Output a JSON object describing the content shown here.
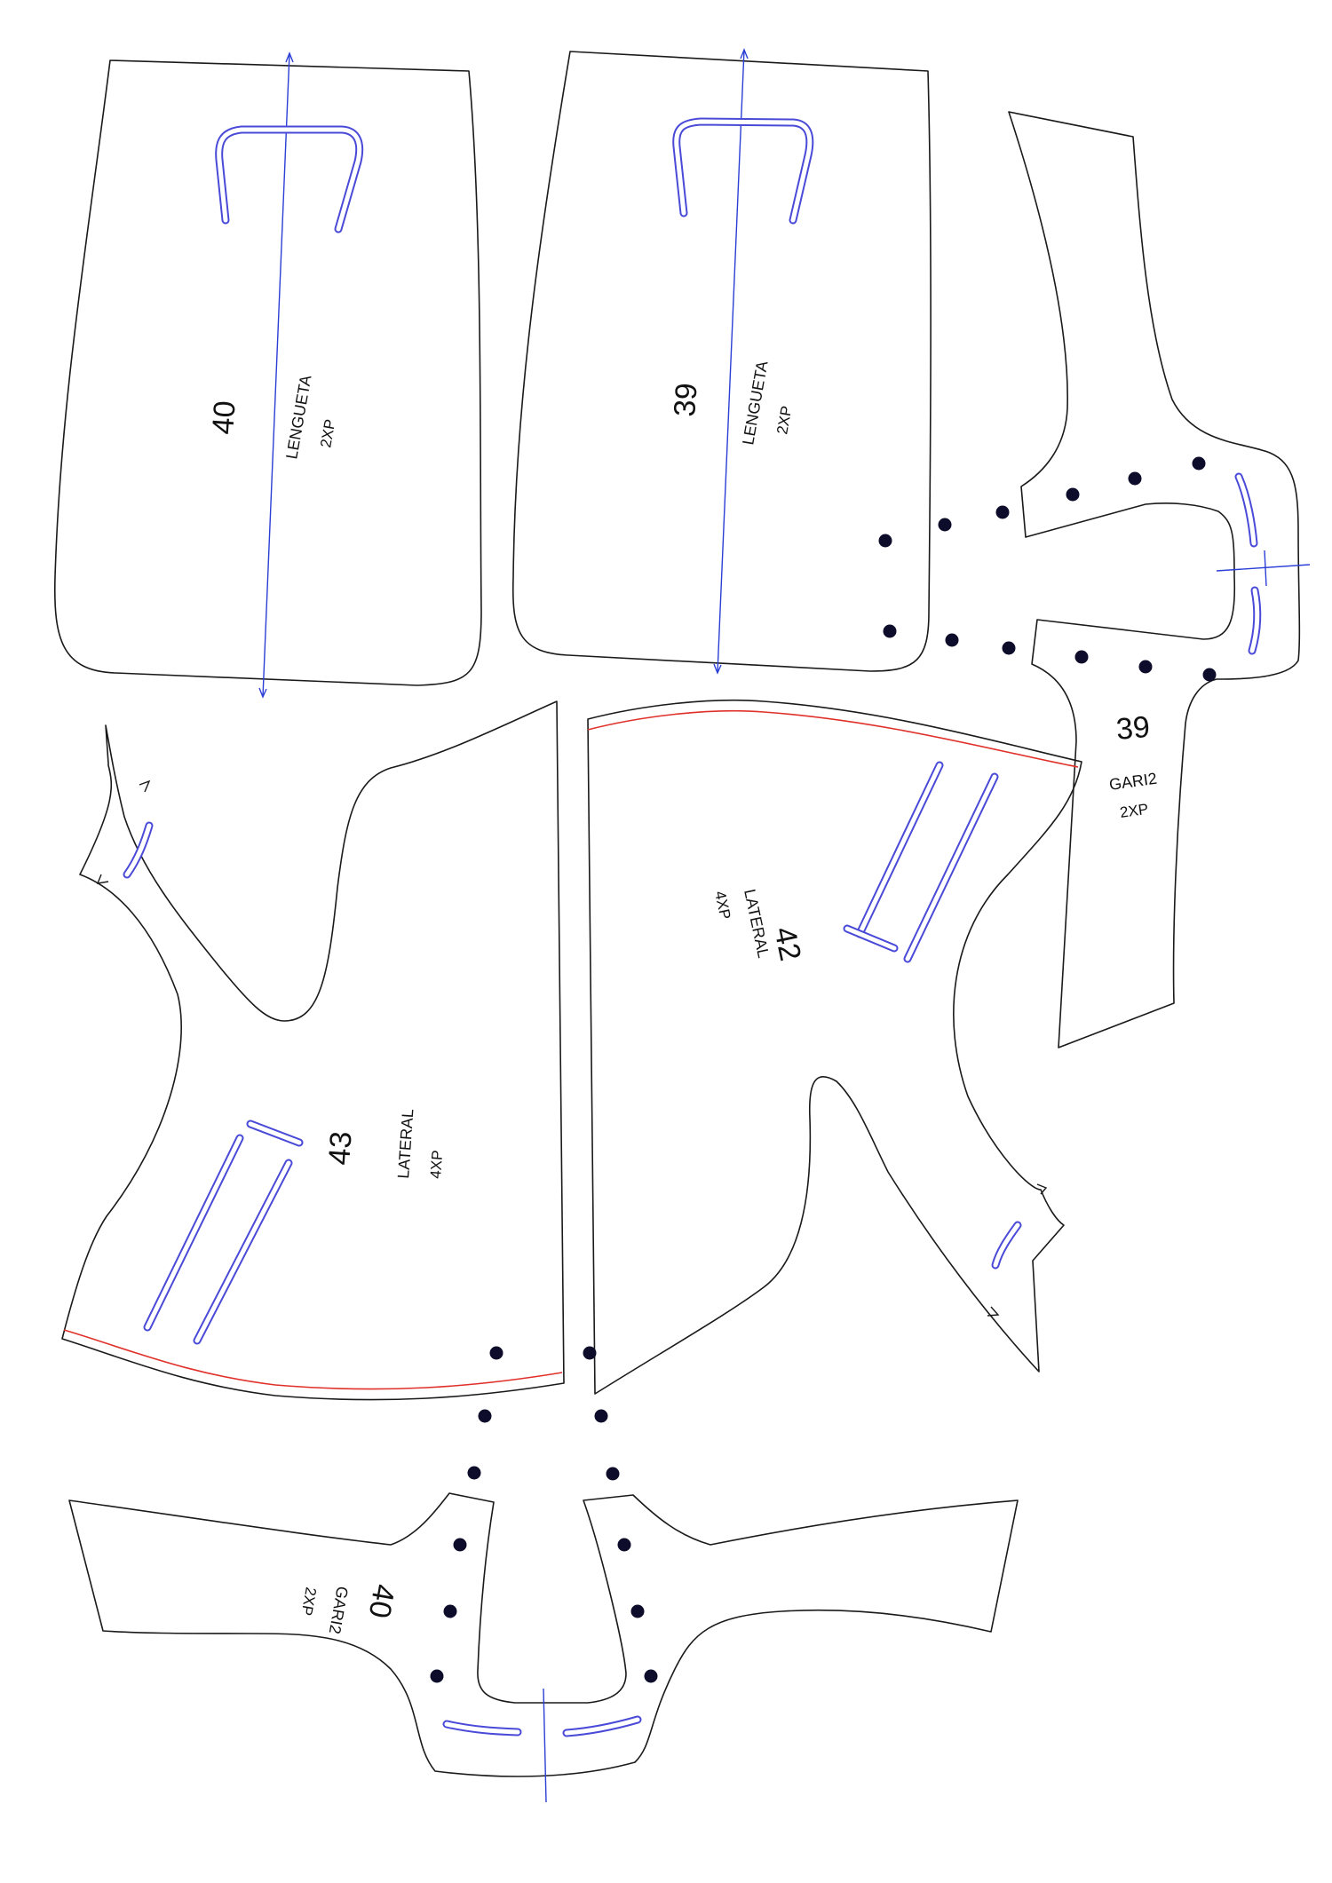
{
  "pieces": {
    "lengueta40": {
      "number": "40",
      "name": "LENGUETA",
      "qty": "2XP"
    },
    "lengueta39": {
      "number": "39",
      "name": "LENGUETA",
      "qty": "2XP"
    },
    "gari39": {
      "number": "39",
      "name": "GARI2",
      "qty": "2XP"
    },
    "lateral42": {
      "number": "42",
      "name": "LATERAL",
      "qty": "4XP"
    },
    "lateral43": {
      "number": "43",
      "name": "LATERAL",
      "qty": "4XP"
    },
    "gari40": {
      "number": "40",
      "name": "GARI2",
      "qty": "2XP"
    }
  },
  "colors": {
    "outline": "#1a1a1a",
    "grainline": "#2b3fd6",
    "slot": "#4a4ad8",
    "seam": "#e0302a",
    "hole": "#0d0d2b"
  }
}
